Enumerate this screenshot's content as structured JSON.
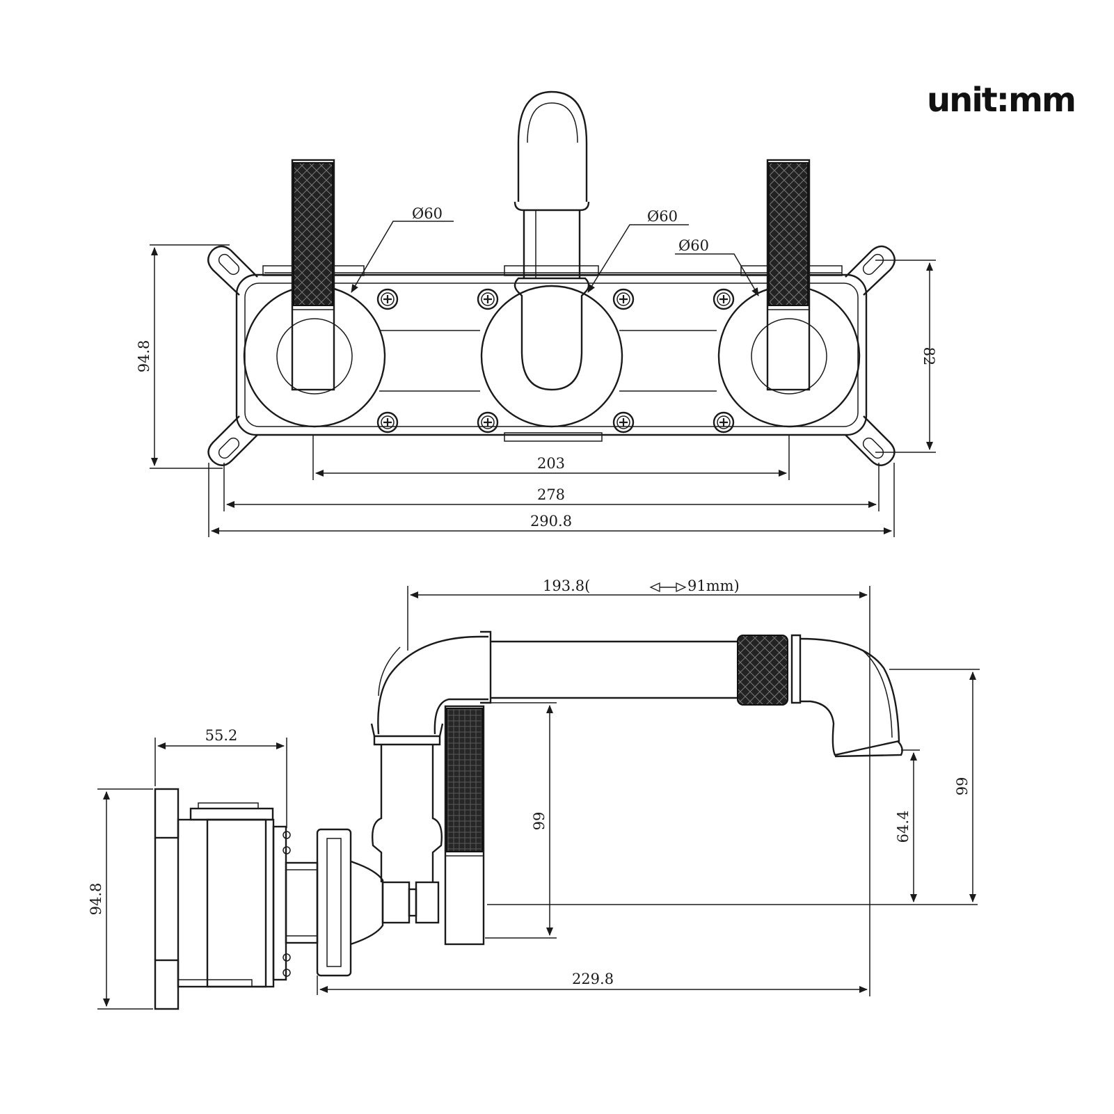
{
  "unit_label": "unit:mm",
  "front_view": {
    "diameter_labels": [
      "Ø60",
      "Ø60",
      "Ø60"
    ],
    "height_left": "94.8",
    "height_right": "82",
    "width_spacing": "203",
    "width_mid": "278",
    "width_total": "290.8"
  },
  "side_view": {
    "top_length": "193.8(",
    "adjust_range": "91mm)",
    "body_depth": "55.2",
    "body_height": "94.8",
    "spout_height_inner": "99",
    "spout_height_outer": "99",
    "outlet_height": "64.4",
    "total_length": "229.8"
  }
}
